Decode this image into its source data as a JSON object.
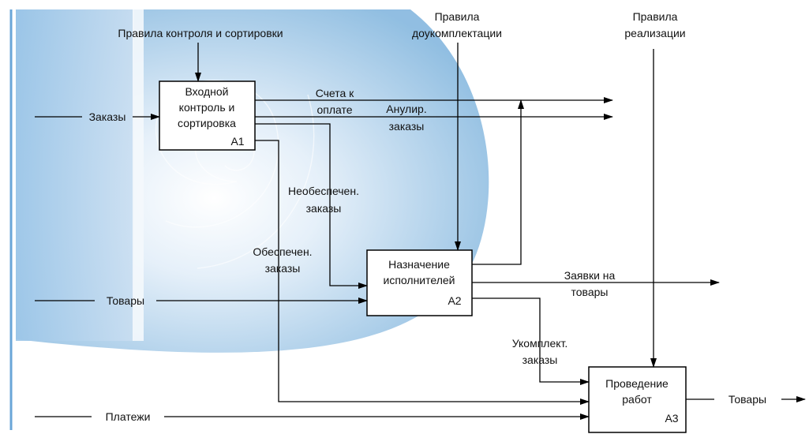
{
  "colors": {
    "line": "#000000",
    "bg_gradient_dark": "#86b6dd",
    "bg_gradient_light": "#eaf3fb",
    "bg_accent": "#5f9fd6"
  },
  "boxes": {
    "a1": {
      "lines": [
        "Входной",
        "контроль и",
        "сортировка"
      ],
      "id": "A1"
    },
    "a2": {
      "lines": [
        "Назначение",
        "исполнителей"
      ],
      "id": "A2"
    },
    "a3": {
      "lines": [
        "Проведение",
        "работ"
      ],
      "id": "A3"
    }
  },
  "controls": {
    "rules_control": "Правила контроля и сортировки",
    "rules_complete": [
      "Правила",
      "доукомплектации"
    ],
    "rules_impl": [
      "Правила",
      "реализации"
    ]
  },
  "inputs": {
    "orders": "Заказы",
    "goods": "Товары",
    "payments": "Платежи"
  },
  "outputs": {
    "invoices": [
      "Счета к",
      "оплате"
    ],
    "cancelled": [
      "Анулир.",
      "заказы"
    ],
    "requests": [
      "Заявки на",
      "товары"
    ],
    "goods_out": "Товары"
  },
  "internal": {
    "unsecured": [
      "Необеспечен.",
      "заказы"
    ],
    "secured": [
      "Обеспечен.",
      "заказы"
    ],
    "completed": [
      "Укомплект.",
      "заказы"
    ]
  }
}
